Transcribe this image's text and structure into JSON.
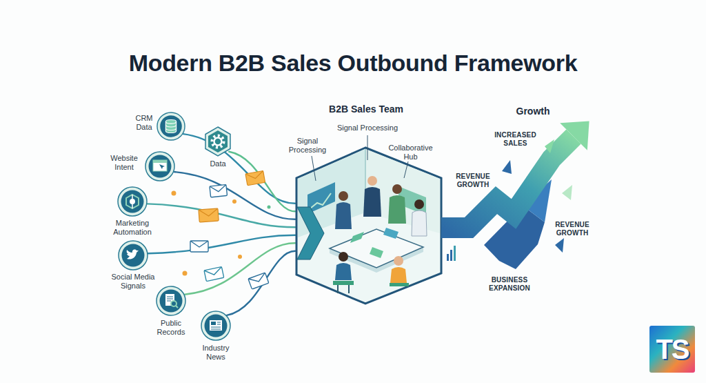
{
  "diagram": {
    "title": "Modern B2B Sales Outbound Framework",
    "nodes": [
      {
        "text": [
          "CRM Data"
        ]
      },
      {
        "text": [
          "Data"
        ]
      },
      {
        "text": [
          "Website Intent"
        ]
      },
      {
        "text": [
          "Marketing Automation"
        ]
      },
      {
        "text": [
          "Social Media Signals"
        ]
      },
      {
        "text": [
          "Public Records"
        ]
      },
      {
        "text": [
          "Industry News"
        ]
      },
      {
        "text": [
          "B2B Sales Team",
          "Signal Processing",
          "Signal Processing",
          "Collaborative Hub"
        ]
      },
      {
        "text": [
          "Growth",
          "INCREASED SALES",
          "REVENUE GROWTH",
          "REVENUE GROWTH",
          "BUSINESS EXPANSION"
        ]
      }
    ],
    "edges": [
      {
        "from": 0,
        "to": 7,
        "arrow": "none"
      },
      {
        "from": 1,
        "to": 7,
        "arrow": "none"
      },
      {
        "from": 2,
        "to": 7,
        "arrow": "none"
      },
      {
        "from": 3,
        "to": 7,
        "arrow": "none"
      },
      {
        "from": 4,
        "to": 7,
        "arrow": "none"
      },
      {
        "from": 5,
        "to": 7,
        "arrow": "none"
      },
      {
        "from": 6,
        "to": 7,
        "arrow": "none"
      }
    ],
    "labels": [
      "TS"
    ]
  }
}
